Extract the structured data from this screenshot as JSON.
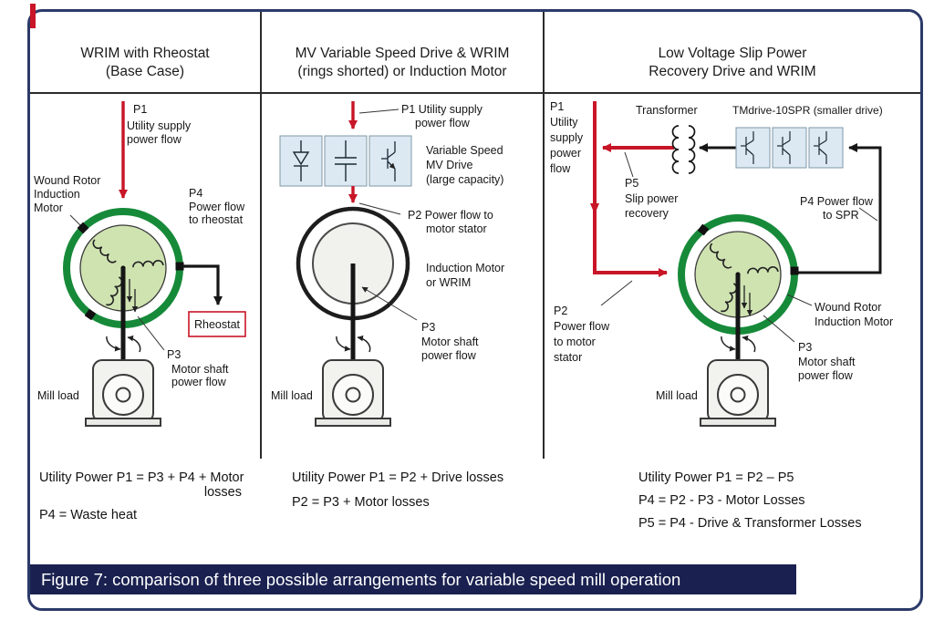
{
  "caption": "Figure 7: comparison of three possible arrangements for variable speed mill operation",
  "colors": {
    "accent_red": "#c81527",
    "motor_green": "#168a39",
    "motor_green_fill": "#cfe3b1",
    "frame_navy": "#2b3a69",
    "caption_bg": "#1a2150",
    "drive_cell_blue": "#dce9f2"
  },
  "panel1": {
    "title1": "WRIM with Rheostat",
    "title2": "(Base Case)",
    "p1_tag": "P1",
    "p1_l1": "Utility supply",
    "p1_l2": "power flow",
    "motor_l1": "Wound Rotor",
    "motor_l2": "Induction",
    "motor_l3": "Motor",
    "p4_tag": "P4",
    "p4_l1": "Power flow",
    "p4_l2": "to rheostat",
    "rheostat": "Rheostat",
    "p3_tag": "P3",
    "p3_l1": "Motor shaft",
    "p3_l2": "power flow",
    "mill": "Mill load",
    "eq1": "Utility Power P1 = P3 + P4 + Motor",
    "eq1b": "losses",
    "eq2": "P4 = Waste heat"
  },
  "panel2": {
    "title1": "MV Variable Speed Drive & WRIM",
    "title2": "(rings shorted) or Induction Motor",
    "p1_l1": "P1 Utility supply",
    "p1_l2": "power flow",
    "drive_l1": "Variable Speed",
    "drive_l2": "MV Drive",
    "drive_l3": "(large capacity)",
    "p2_l1": "P2  Power flow to",
    "p2_l2": "motor stator",
    "motor_l1": "Induction Motor",
    "motor_l2": "or WRIM",
    "p3_tag": "P3",
    "p3_l1": "Motor shaft",
    "p3_l2": "power flow",
    "mill": "Mill load",
    "eq1": "Utility Power P1 = P2  + Drive losses",
    "eq2": "P2 = P3 + Motor losses"
  },
  "panel3": {
    "title1": "Low Voltage Slip Power",
    "title2": "Recovery Drive and WRIM",
    "p1_l1": "P1",
    "p1_l2": "Utility",
    "p1_l3": "supply",
    "p1_l4": "power",
    "p1_l5": "flow",
    "transformer": "Transformer",
    "drive": "TMdrive-10SPR (smaller drive)",
    "p5_tag": "P5",
    "p5_l1": "Slip power",
    "p5_l2": "recovery",
    "p4_l1": "P4  Power flow",
    "p4_l2": "to SPR",
    "p2_tag": "P2",
    "p2_l1": "Power flow",
    "p2_l2": "to motor",
    "p2_l3": "stator",
    "motor_l1": "Wound Rotor",
    "motor_l2": "Induction Motor",
    "p3_tag": "P3",
    "p3_l1": "Motor shaft",
    "p3_l2": "power  flow",
    "mill": "Mill load",
    "eq1": "Utility Power P1 = P2 – P5",
    "eq2": "P4 = P2 - P3 - Motor Losses",
    "eq3": "P5 = P4 - Drive & Transformer Losses"
  }
}
